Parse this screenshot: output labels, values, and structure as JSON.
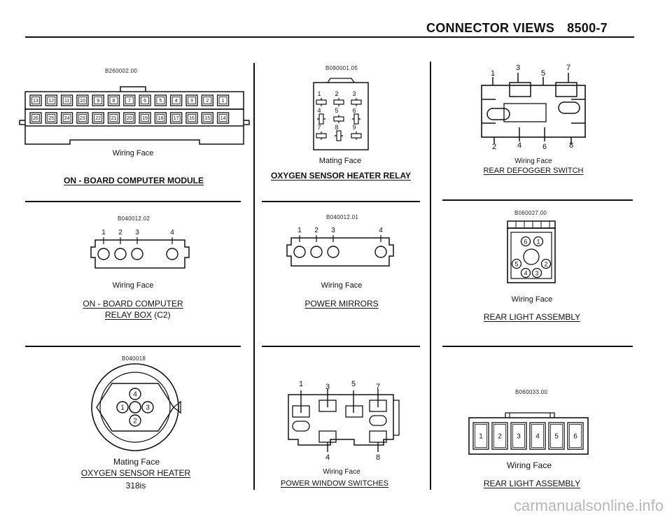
{
  "header": {
    "title": "CONNECTOR VIEWS",
    "page": "8500-7"
  },
  "panels": {
    "obc_module": {
      "code": "B260002.00",
      "face": "Wiring Face",
      "title": "ON - BOARD COMPUTER MODULE",
      "top_pins": [
        "13",
        "12",
        "11",
        "10",
        "9",
        "8",
        "7",
        "6",
        "5",
        "4",
        "3",
        "2",
        "1"
      ],
      "bottom_pins": [
        "26",
        "25",
        "24",
        "23",
        "22",
        "21",
        "20",
        "19",
        "18",
        "17",
        "16",
        "15",
        "14"
      ]
    },
    "o2_relay": {
      "code": "B090001.05",
      "face": "Mating Face",
      "title": "OXYGEN SENSOR HEATER RELAY",
      "pins": [
        "1",
        "2",
        "3",
        "4",
        "5",
        "6",
        "7",
        "8",
        "9"
      ]
    },
    "defogger": {
      "face": "Wiring Face",
      "title": "REAR DEFOGGER SWITCH",
      "top_pins": [
        "1",
        "3",
        "5",
        "7"
      ],
      "bottom_pins": [
        "2",
        "4",
        "6",
        "8"
      ]
    },
    "obc_relay": {
      "code": "B040012.02",
      "face": "Wiring Face",
      "title_line1": "ON - BOARD COMPUTER",
      "title_line2": "RELAY BOX",
      "title_suffix": "(C2)",
      "pins": [
        "1",
        "2",
        "3",
        "4"
      ]
    },
    "mirrors": {
      "code": "B040012.01",
      "face": "Wiring Face",
      "title": "POWER MIRRORS",
      "pins": [
        "1",
        "2",
        "3",
        "4"
      ]
    },
    "rear_light1": {
      "code": "B060027.00",
      "face": "Wiring Face",
      "title": "REAR LIGHT ASSEMBLY",
      "pins": [
        "6",
        "1",
        "5",
        "2",
        "4",
        "3"
      ]
    },
    "o2_heater": {
      "code": "B040018",
      "face": "Mating Face",
      "title": "OXYGEN SENSOR HEATER",
      "model": "318is",
      "pins": [
        "4",
        "1",
        "3",
        "2"
      ]
    },
    "window_switches": {
      "face": "Wiring Face",
      "title": "POWER WINDOW SWITCHES",
      "top_pins": [
        "1",
        "3",
        "5",
        "7"
      ],
      "bottom_pins": [
        "4",
        "8"
      ]
    },
    "rear_light2": {
      "code": "B060033.00",
      "face": "Wiring Face",
      "title": "REAR LIGHT ASSEMBLY",
      "pins": [
        "1",
        "2",
        "3",
        "4",
        "5",
        "6"
      ]
    }
  },
  "watermark": "carmanualsonline.info"
}
